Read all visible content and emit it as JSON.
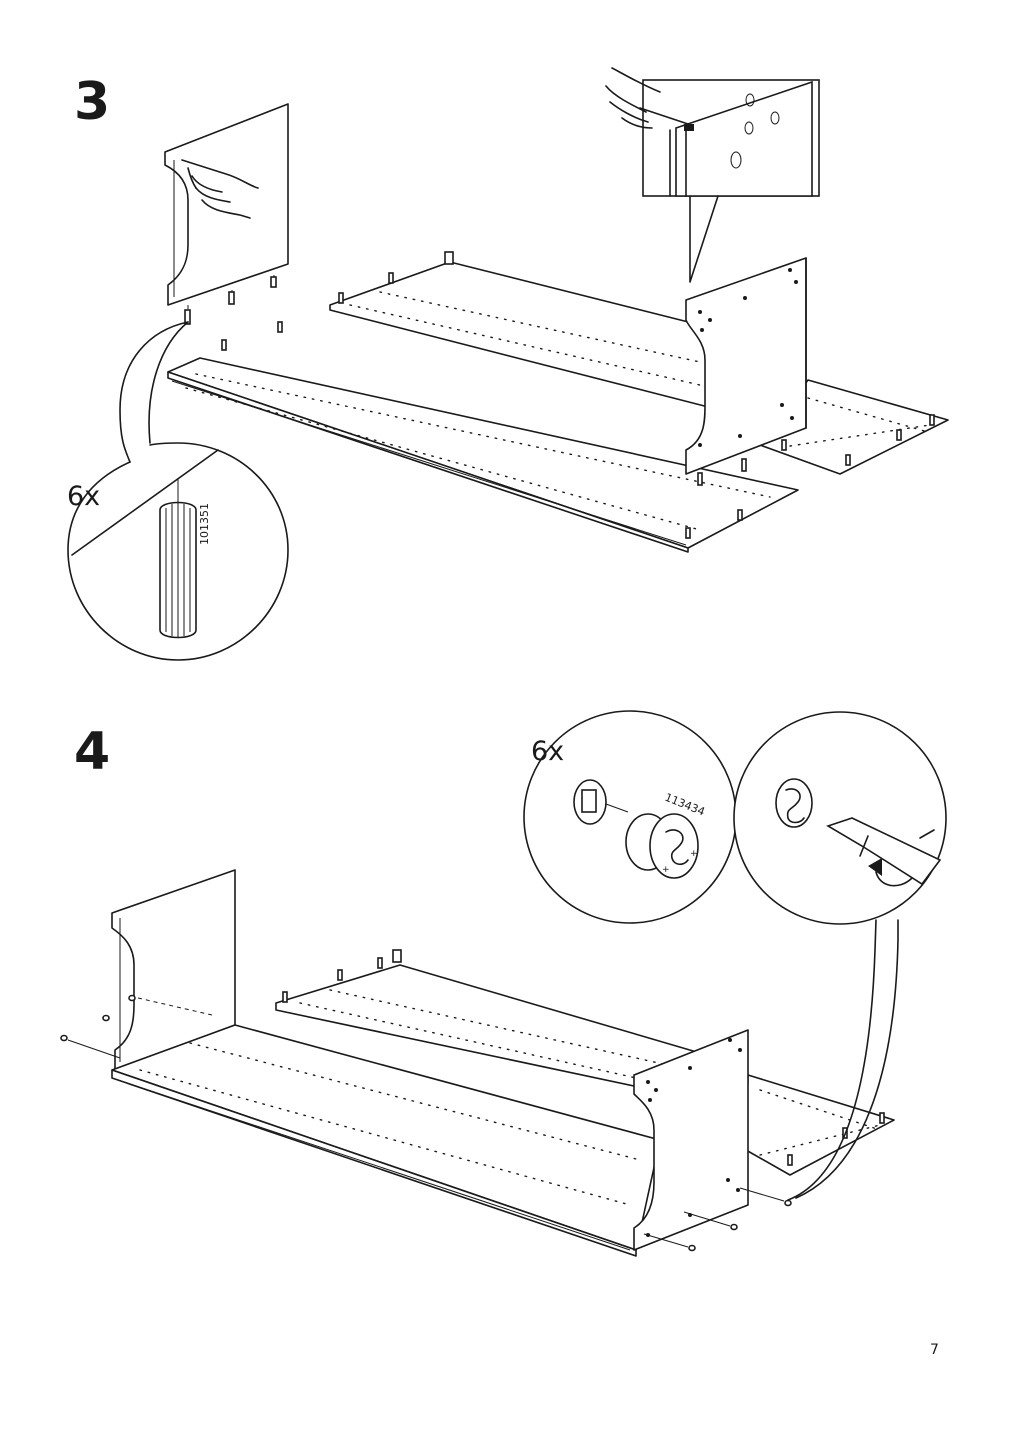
{
  "page": {
    "number": "7"
  },
  "steps": [
    {
      "number": "3",
      "callouts": [
        {
          "quantity": "6x",
          "part_number": "101351",
          "part": "wooden-dowel"
        }
      ]
    },
    {
      "number": "4",
      "callouts": [
        {
          "quantity": "6x",
          "part_number": "113434",
          "part": "cam-lock-fitting"
        }
      ]
    }
  ],
  "icons": [
    "hand-pointing-icon",
    "dowel-icon",
    "cam-lock-icon",
    "screwdriver-icon",
    "rotate-arrow-icon"
  ]
}
